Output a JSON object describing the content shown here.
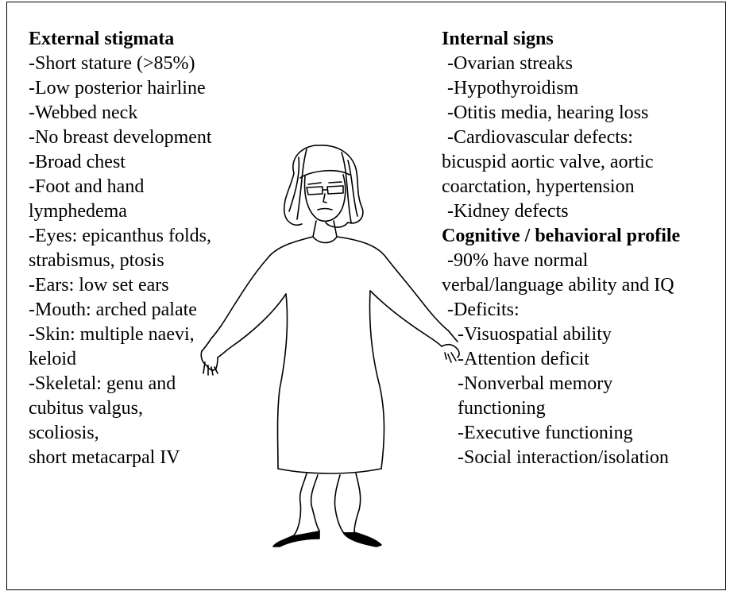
{
  "external": {
    "heading": "External stigmata",
    "lines": [
      "-Short stature (>85%)",
      "-Low posterior hairline",
      "-Webbed neck",
      "-No breast development",
      "-Broad chest",
      "-Foot and hand",
      "lymphedema",
      "-Eyes: epicanthus folds,",
      "strabismus, ptosis",
      "-Ears: low set ears",
      "-Mouth: arched palate",
      "-Skin: multiple naevi,",
      "keloid",
      "-Skeletal: genu and",
      "cubitus valgus,",
      "scoliosis,",
      "short metacarpal IV"
    ]
  },
  "internal": {
    "heading": "Internal signs",
    "lines": [
      "-Ovarian streaks",
      "-Hypothyroidism",
      "-Otitis media, hearing loss",
      "-Cardiovascular defects:",
      "bicuspid aortic valve, aortic",
      "coarctation, hypertension",
      "-Kidney defects"
    ]
  },
  "cognitive": {
    "heading": "Cognitive / behavioral profile",
    "lines": [
      "-90% have normal",
      "verbal/language ability and IQ",
      "-Deficits:",
      "-Visuospatial ability",
      "-Attention deficit",
      "-Nonverbal memory",
      "functioning",
      "-Executive functioning",
      "-Social interaction/isolation"
    ]
  }
}
